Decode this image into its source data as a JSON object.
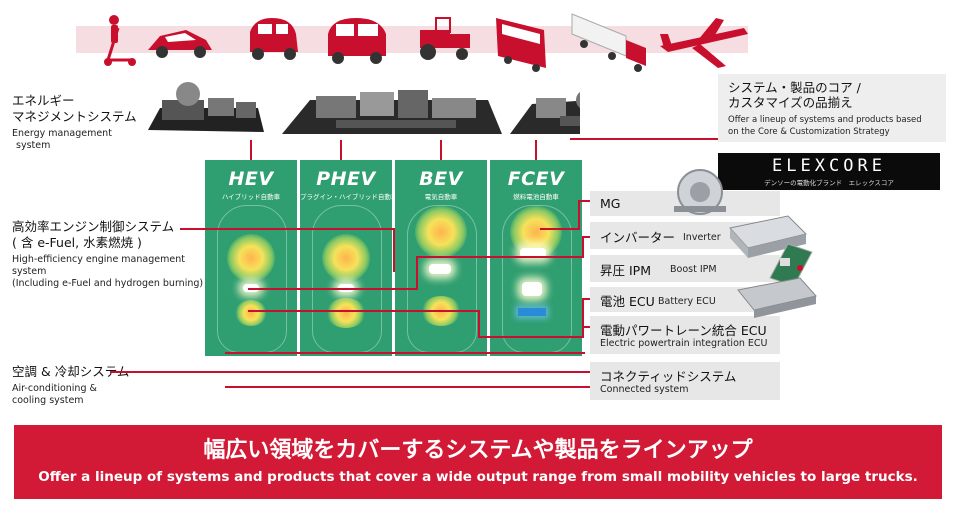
{
  "vehicles": {
    "icons": [
      "scooter-icon",
      "sports-car-icon",
      "small-car-icon",
      "compact-car-icon",
      "tractor-icon",
      "bus-icon",
      "truck-icon",
      "airplane-icon"
    ]
  },
  "left_labels": {
    "energy": {
      "jp_line1": "エネルギー",
      "jp_line2": "マネジメントシステム",
      "en_line1": "Energy management",
      "en_line2": "system"
    },
    "engine": {
      "jp_line1": "高効率エンジン制御システム",
      "jp_line2": "( 含 e-Fuel, 水素燃焼 )",
      "en_line1": "High-efficiency engine management",
      "en_line2": "system",
      "en_line3": "(Including e-Fuel and hydrogen burning)"
    },
    "aircon": {
      "jp_line1": "空調 & 冷却システム",
      "en_line1": "Air-conditioning &",
      "en_line2": "cooling system"
    }
  },
  "panels": [
    {
      "title": "HEV",
      "subtitle": "ハイブリッド自動車"
    },
    {
      "title": "PHEV",
      "subtitle": "プラグイン・ハイブリッド自動車"
    },
    {
      "title": "BEV",
      "subtitle": "電気自動車"
    },
    {
      "title": "FCEV",
      "subtitle": "燃料電池自動車"
    }
  ],
  "core_note": {
    "jp_line1": "システム・製品のコア /",
    "jp_line2": "カスタマイズの品揃え",
    "en_line1": "Offer a lineup of systems and products based",
    "en_line2": "on the Core & Customization Strategy"
  },
  "elexcore": {
    "logo": "ELEXCORE",
    "tagline": "デンソーの電動化ブランド　エレックスコア"
  },
  "right_boxes": {
    "mg": {
      "jp": "MG"
    },
    "inverter": {
      "jp": "インバーター",
      "en": "Inverter"
    },
    "boost": {
      "jp": "昇圧 IPM",
      "en": "Boost IPM"
    },
    "battery": {
      "jp": "電池 ECU",
      "en": "Battery ECU"
    },
    "powertrain": {
      "jp": "電動パワートレーン統合 ECU",
      "en": "Electric powertrain integration ECU"
    },
    "connected": {
      "jp": "コネクティッドシステム",
      "en": "Connected system"
    }
  },
  "banner": {
    "jp": "幅広い領域をカバーするシステムや製品をラインアップ",
    "en": "Offer a lineup of systems and products that cover a wide output range from small mobility vehicles to large trucks."
  },
  "colors": {
    "accent_red": "#d21a36",
    "line_red": "#c8102e",
    "panel_green": "#2f9e70",
    "gray_box": "#e7e7e7",
    "strip_pink": "#f6dde2"
  }
}
